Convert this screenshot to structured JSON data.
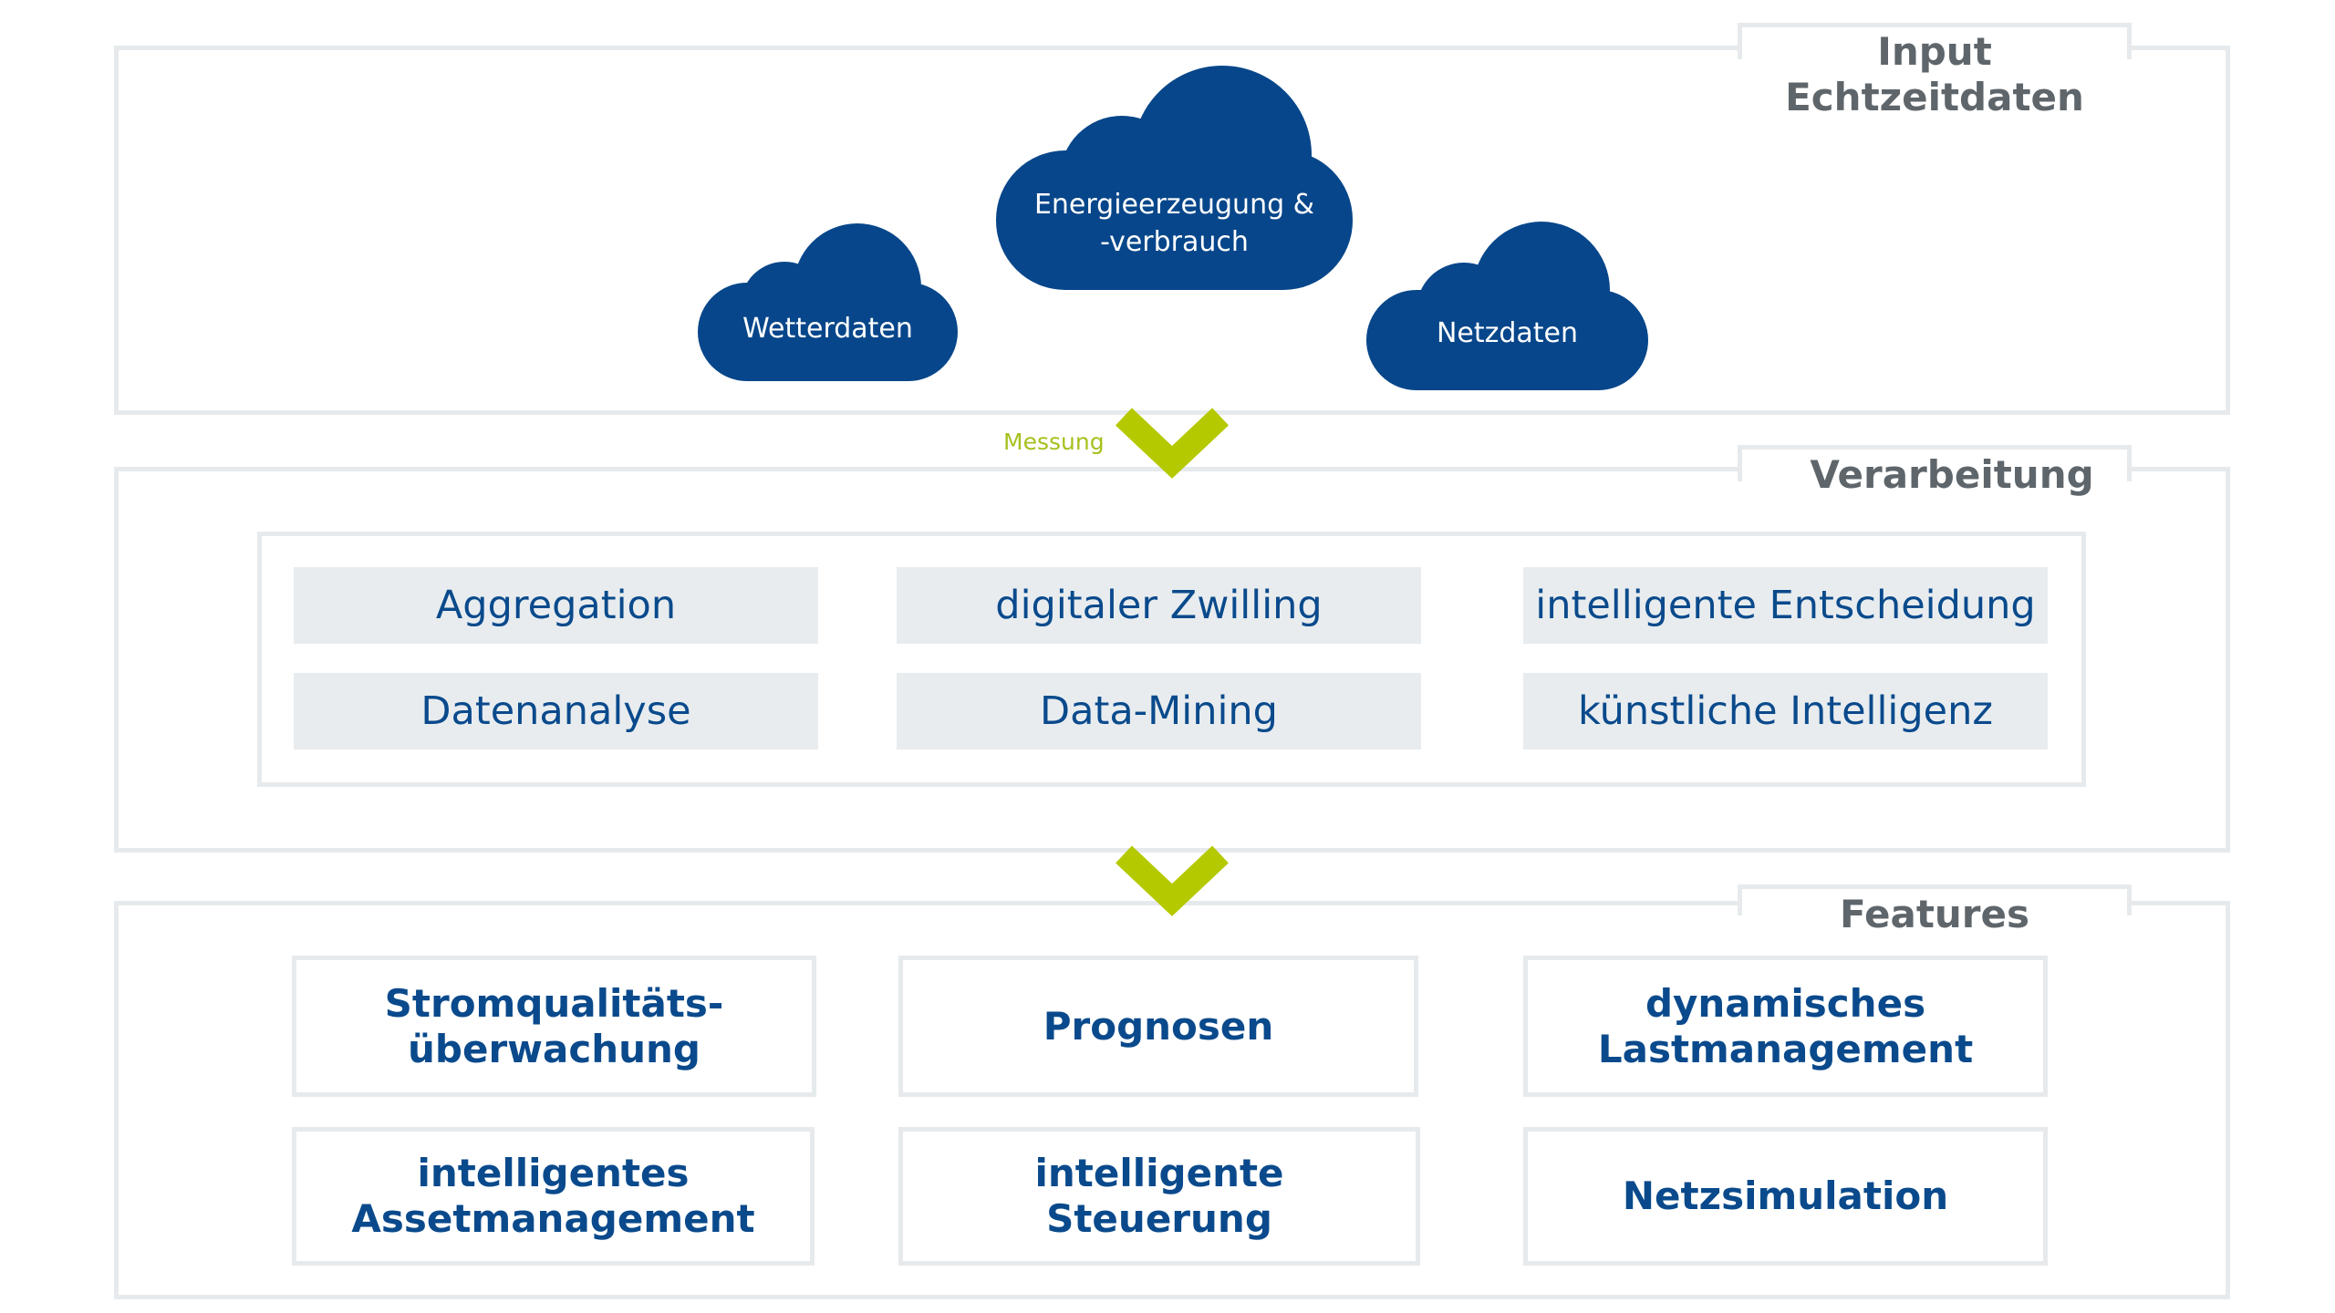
{
  "sections": {
    "input": {
      "title": "Input\nEchtzeitdaten"
    },
    "processing": {
      "title": "Verarbeitung"
    },
    "features": {
      "title": "Features"
    }
  },
  "clouds": {
    "weather": "Wetterdaten",
    "energy": "Energieerzeugung &\n-verbrauch",
    "grid": "Netzdaten"
  },
  "arrows": {
    "measure_label": "Messung",
    "color": "#b5c900"
  },
  "processing_items": [
    "Aggregation",
    "digitaler Zwilling",
    "intelligente Entscheidung",
    "Datenanalyse",
    "Data-Mining",
    "künstliche Intelligenz"
  ],
  "feature_items": [
    "Stromqualitäts-\nüberwachung",
    "Prognosen",
    "dynamisches\nLastmanagement",
    "intelligentes\nAssetmanagement",
    "intelligente\nSteuerung",
    "Netzsimulation"
  ],
  "colors": {
    "cloud": "#07468a",
    "text_blue": "#0a4a8c",
    "frame": "#e6eaed",
    "box_fill": "#e8ecef",
    "accent": "#b5c900",
    "title_gray": "#5f666b"
  }
}
